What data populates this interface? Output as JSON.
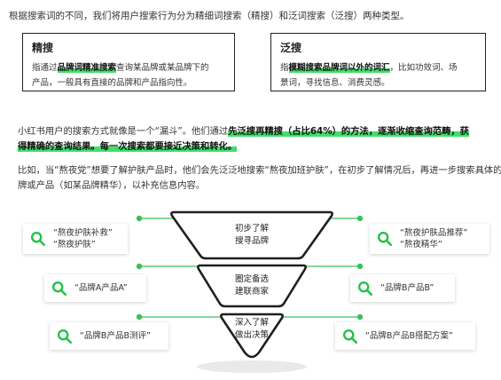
{
  "intro": "根据搜索词的不同，我们将用户搜索行为分为精细词搜索（精搜）和泛词搜索（泛搜）两种类型。",
  "cards": {
    "exact": {
      "title": "精搜",
      "body_pre": "指通过",
      "body_highlight": "品牌词精准搜索",
      "body_post1": "查询某品牌或某品牌下的",
      "body_line2": "产品，一般具有直接的品牌和产品指向性。"
    },
    "broad": {
      "title": "泛搜",
      "body_pre": "指",
      "body_highlight": "模糊搜索品牌词以外的词汇",
      "body_post1": "，比如功效词、场",
      "body_line2": "景词，寻找信息、消费灵感。"
    }
  },
  "paragraph1": {
    "pre": "小红书用户的搜索方式就像是一个“漏斗”。他们通过",
    "hl1": "先泛搜再精搜（占比64%）的方法，逐渐收缩查询范畴，获",
    "hl2": "得精确的查询结果。每一次搜索都要接近决策和转化。"
  },
  "paragraph2": {
    "line1": "比如，当“熬夜党”想要了解护肤产品时，他们会先泛泛地搜索“熬夜加班护肤”，在初步了解情况后，再进一步搜索具体的品",
    "line2": "牌或产品（如某品牌精华），以补充信息内容。"
  },
  "funnel": {
    "stages": [
      {
        "line1": "初步了解",
        "line2": "搜寻品牌"
      },
      {
        "line1": "圈定备选",
        "line2": "建联商家"
      },
      {
        "line1": "深入了解",
        "line2": "做出决策"
      }
    ]
  },
  "queries": {
    "left": [
      {
        "line1": "“熬夜护肤补救”",
        "line2": "“熬夜护肤”"
      },
      {
        "line1": "“品牌A产品A”"
      },
      {
        "line1": "“品牌B产品B测评”"
      }
    ],
    "right": [
      {
        "line1": "“熬夜护肤品推荐”",
        "line2": "“熬夜精华”"
      },
      {
        "line1": "“品牌B产品B”"
      },
      {
        "line1": "“品牌B产品B搭配方案”"
      }
    ]
  },
  "colors": {
    "accent": "#3fe06a",
    "connector": "#3fbf5c",
    "search_icon": "#22c244",
    "border": "#222222"
  },
  "icons": {
    "search": "search-icon",
    "connector_dot": "dot-icon"
  }
}
